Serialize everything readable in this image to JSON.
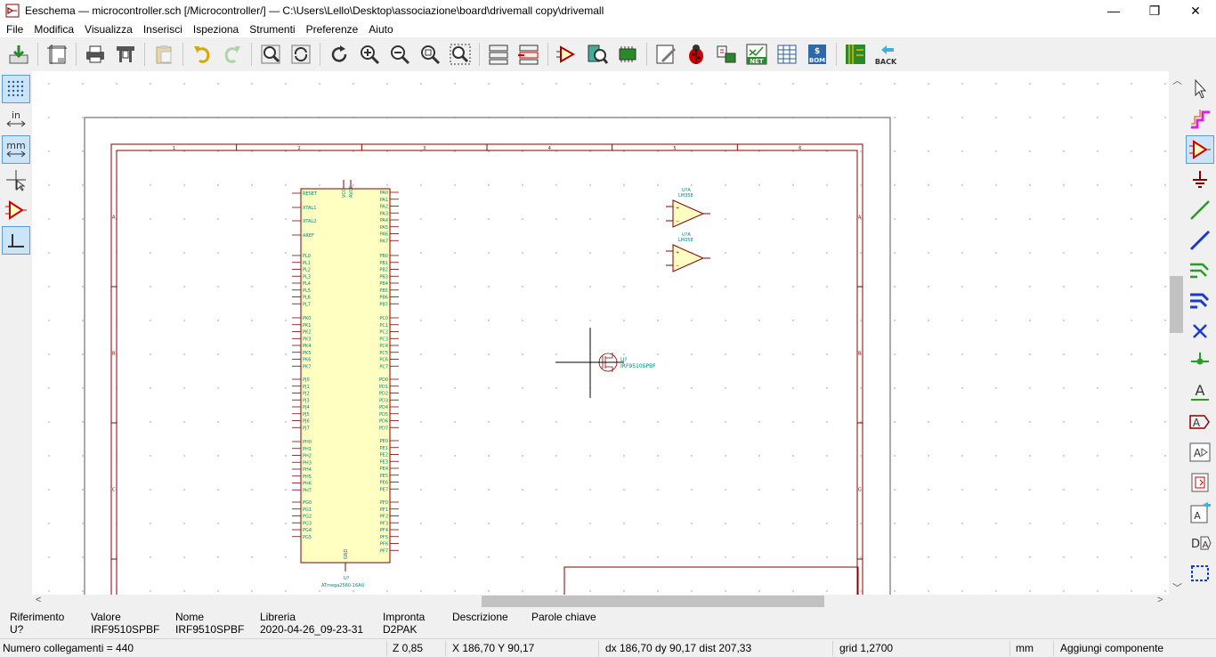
{
  "window": {
    "title": "Eeschema — microcontroller.sch [/Microcontroller/] — C:\\Users\\Lello\\Desktop\\associazione\\board\\drivemall copy\\drivemall",
    "minimize": "—",
    "maximize": "❐",
    "close": "✕"
  },
  "menu": [
    "File",
    "Modifica",
    "Visualizza",
    "Inserisci",
    "Ispeziona",
    "Strumenti",
    "Preferenze",
    "Aiuto"
  ],
  "toolbar": {
    "back_label": "BACK",
    "net_label": "NET",
    "bom_label": "BOM"
  },
  "left_toolbar": {
    "in_label": "in",
    "mm_label": "mm"
  },
  "right_toolbar": {
    "text_label": "A"
  },
  "schematic": {
    "frame_cols": [
      "1",
      "2",
      "3",
      "4",
      "5",
      "6"
    ],
    "frame_rows": [
      "A",
      "B",
      "C"
    ],
    "mcu": {
      "ref": "U?",
      "value": "ATmega2560-16AU",
      "left_pins": [
        "RESET",
        "XTAL1",
        "XTAL2",
        "AREF",
        "PL0",
        "PL1",
        "PL2",
        "PL3",
        "PL4",
        "PL5",
        "PL6",
        "PL7",
        "PK0",
        "PK1",
        "PK2",
        "PK3",
        "PK4",
        "PK5",
        "PK6",
        "PK7",
        "PJ0",
        "PJ1",
        "PJ2",
        "PJ3",
        "PJ4",
        "PJ5",
        "PJ6",
        "PJ7",
        "PH0",
        "PH1",
        "PH2",
        "PH3",
        "PH4",
        "PH5",
        "PH6",
        "PH7",
        "PG0",
        "PG1",
        "PG2",
        "PG3",
        "PG4",
        "PG5"
      ],
      "right_pins": [
        "PA0",
        "PA1",
        "PA2",
        "PA3",
        "PA4",
        "PA5",
        "PA6",
        "PA7",
        "PB0",
        "PB1",
        "PB2",
        "PB3",
        "PB4",
        "PB5",
        "PB6",
        "PB7",
        "PC0",
        "PC1",
        "PC2",
        "PC3",
        "PC4",
        "PC5",
        "PC6",
        "PC7",
        "PD0",
        "PD1",
        "PD2",
        "PD3",
        "PD4",
        "PD5",
        "PD6",
        "PD7",
        "PE0",
        "PE1",
        "PE2",
        "PE3",
        "PE4",
        "PE5",
        "PE6",
        "PE7",
        "PF0",
        "PF1",
        "PF2",
        "PF3",
        "PF4",
        "PF5",
        "PF6",
        "PF7"
      ],
      "top_pins": [
        "VCC",
        "AVCC"
      ],
      "gnd": "GND"
    },
    "opamp1": {
      "ref": "U?A",
      "value": "LM358"
    },
    "opamp2": {
      "ref": "U?A",
      "value": "LM358"
    },
    "mosfet": {
      "ref": "U?",
      "value": "IRF9510SPBF"
    }
  },
  "info_panel": [
    {
      "label": "Riferimento",
      "value": "U?"
    },
    {
      "label": "Valore",
      "value": "IRF9510SPBF"
    },
    {
      "label": "Nome",
      "value": "IRF9510SPBF"
    },
    {
      "label": "Libreria",
      "value": "2020-04-26_09-23-31"
    },
    {
      "label": "Impronta",
      "value": "D2PAK"
    },
    {
      "label": "Descrizione",
      "value": ""
    },
    {
      "label": "Parole chiave",
      "value": ""
    }
  ],
  "status": {
    "connections": "Numero collegamenti = 440",
    "zoom": "Z 0,85",
    "xy": "X 186,70  Y 90,17",
    "delta": "dx 186,70  dy 90,17  dist 207,33",
    "grid": "grid 1,2700",
    "units": "mm",
    "mode": "Aggiungi componente"
  },
  "colors": {
    "sheet_border": "#840000",
    "component_body": "#ffffc2",
    "pin_text": "#008484",
    "cursor": "#000000"
  }
}
